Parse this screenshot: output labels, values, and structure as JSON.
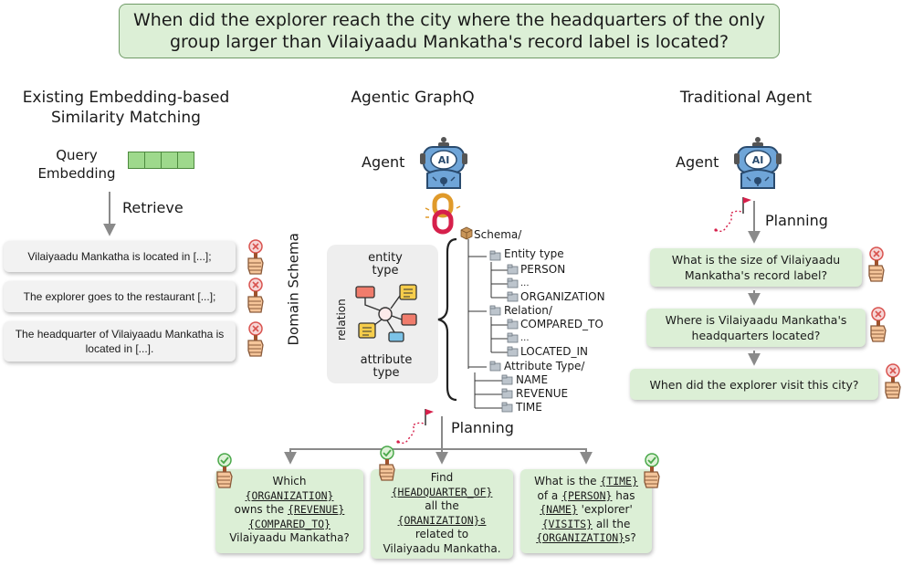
{
  "question": "When did the explorer reach the city where the headquarters of the only group larger than Vilaiyaadu Mankatha's record label is located?",
  "columns": {
    "left": "Existing Embedding-based Similarity Matching",
    "center": "Agentic GraphQ",
    "right": "Traditional Agent"
  },
  "left": {
    "query_embedding": "Query Embedding",
    "retrieve": "Retrieve",
    "results": [
      "Vilaiyaadu Mankatha is located in [...];",
      "The explorer goes to the restaurant [...];",
      "The headquarter of Vilaiyaadu Mankatha is located in [...]."
    ]
  },
  "center": {
    "agent_label": "Agent",
    "domain_schema": "Domain Schema",
    "entity_type": "entity type",
    "relation": "relation",
    "attribute_type": "attribute type",
    "tree": {
      "root": "Schema/",
      "entity_type": "Entity type",
      "entities": [
        "PERSON",
        "...",
        "ORGANIZATION"
      ],
      "relation": "Relation/",
      "relations": [
        "COMPARED_TO",
        "...",
        "LOCATED_IN"
      ],
      "attribute": "Attribute Type/",
      "attributes": [
        "NAME",
        "REVENUE",
        "TIME"
      ]
    },
    "planning": "Planning",
    "plans": [
      {
        "l1": "Which",
        "l2": "{ORGANIZATION}",
        "l3a": "owns the ",
        "l3b": "{REVENUE}",
        "l4": "{COMPARED_TO}",
        "l5": "Vilaiyaadu Mankatha?"
      },
      {
        "l1": "Find",
        "l2": "{HEADQUARTER_OF}",
        "l3": "all the",
        "l4": "{ORANIZATION}s",
        "l5": "related to",
        "l6": "Vilaiyaadu Mankatha."
      },
      {
        "l1a": "What is the ",
        "l1b": "{TIME}",
        "l2a": "of a ",
        "l2b": "{PERSON}",
        "l2c": " has",
        "l3a": "{NAME}",
        "l3b": " 'explorer'",
        "l4a": "{VISITS}",
        "l4b": " all the",
        "l5a": "{ORGANIZATION}",
        "l5b": "s?"
      }
    ]
  },
  "right": {
    "agent_label": "Agent",
    "planning": "Planning",
    "steps": [
      "What is the size of Vilaiyaadu Mankatha's record label?",
      "Where is Vilaiyaadu Mankatha's headquarters located?",
      "When did the explorer visit this city?"
    ]
  },
  "icon_text": {
    "ai": "AI"
  },
  "colors": {
    "green_fill": "#dcefd6",
    "green_border": "#6f9a66",
    "gray_fill": "#f2f2f2",
    "robot_blue": "#6fa5d8",
    "error_red": "#d9534f",
    "check_green": "#4aa84a",
    "flag_red": "#d6204b"
  }
}
